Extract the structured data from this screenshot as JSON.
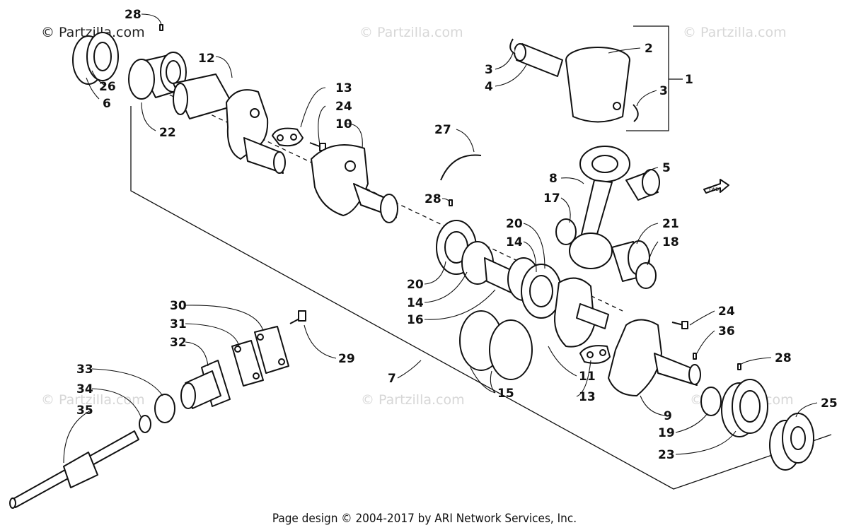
{
  "watermark_main": "© Partzilla.com",
  "watermark_faint": "© Partzilla.com",
  "fwd_label": "FWD",
  "footer": "Page design © 2004-2017 by ARI Network Services, Inc.",
  "callouts": [
    "28",
    "26",
    "6",
    "22",
    "12",
    "13",
    "24",
    "10",
    "27",
    "28",
    "20",
    "14",
    "20",
    "14",
    "16",
    "15",
    "7",
    "11",
    "13",
    "8",
    "17",
    "5",
    "21",
    "18",
    "3",
    "4",
    "2",
    "3",
    "1",
    "24",
    "36",
    "28",
    "25",
    "9",
    "19",
    "23",
    "30",
    "31",
    "32",
    "29",
    "33",
    "34",
    "35"
  ]
}
